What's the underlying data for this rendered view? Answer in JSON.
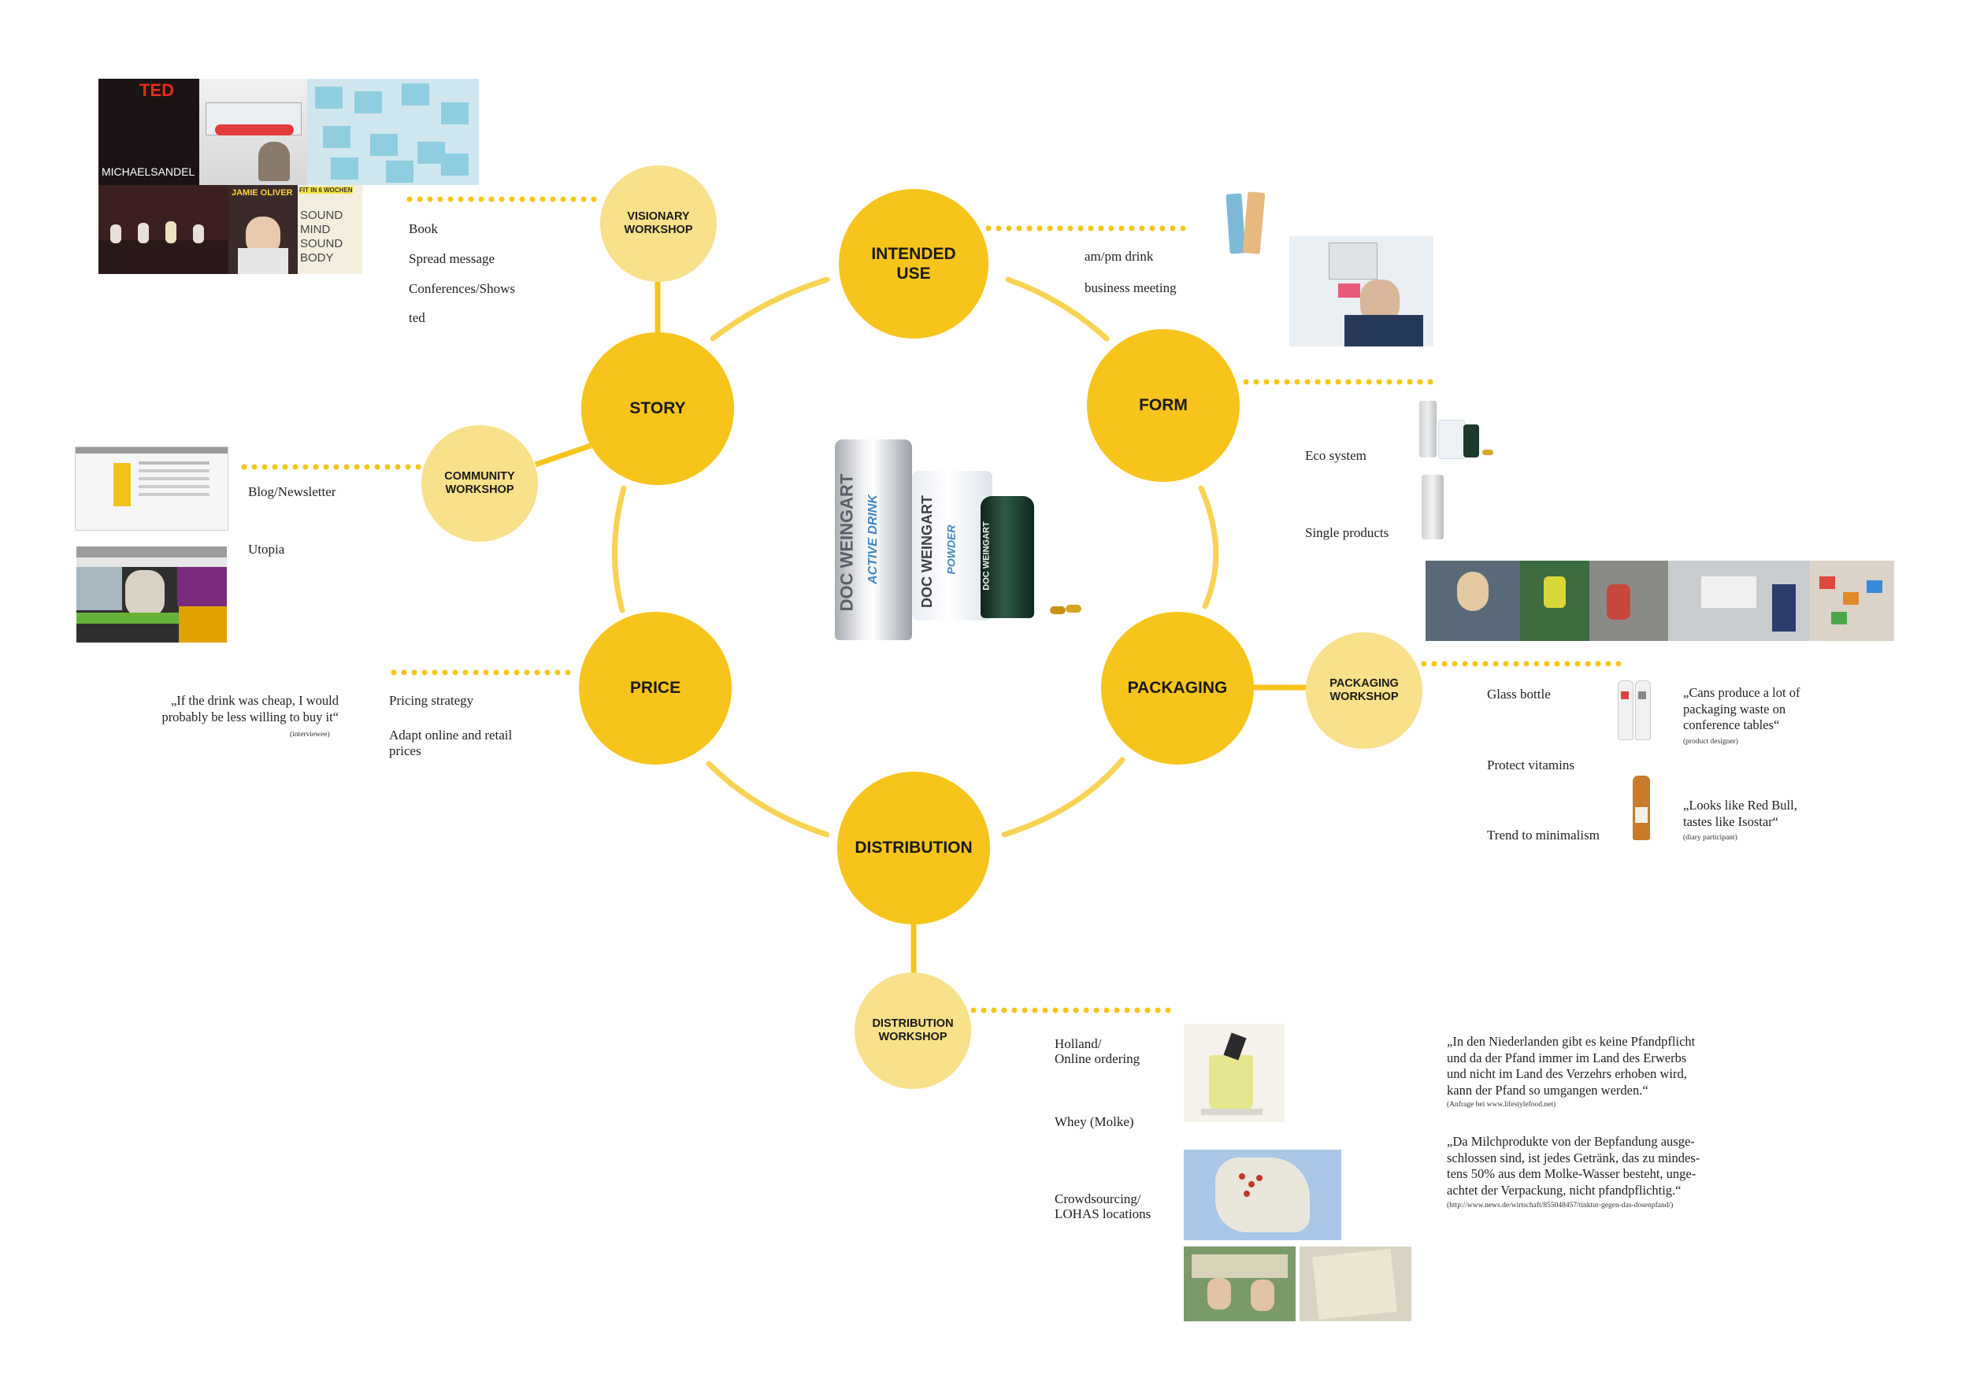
{
  "nodes": {
    "intended_use": [
      "INTENDED",
      "USE"
    ],
    "story": "STORY",
    "form": "FORM",
    "price": "PRICE",
    "packaging": "PACKAGING",
    "distribution": "DISTRIBUTION",
    "visionary_workshop": [
      "VISIONARY",
      "WORKSHOP"
    ],
    "community_workshop": [
      "COMMUNITY",
      "WORKSHOP"
    ],
    "packaging_workshop": [
      "PACKAGING",
      "WORKSHOP"
    ],
    "distribution_workshop": [
      "DISTRIBUTION",
      "WORKSHOP"
    ]
  },
  "story": {
    "items": [
      "Book",
      "Spread message",
      "Conferences/Shows",
      "ted"
    ]
  },
  "community": {
    "items": [
      "Blog/Newsletter",
      "Utopia"
    ]
  },
  "intended_use": {
    "items": [
      "am/pm drink",
      "business meeting"
    ]
  },
  "form": {
    "items": [
      "Eco system",
      "Single products"
    ]
  },
  "price": {
    "items": [
      "Pricing strategy",
      "Adapt online and retail",
      "prices"
    ],
    "quote": [
      "„If the drink was cheap, I would",
      "probably be less willing  to buy it“"
    ],
    "source": "(interviewee)"
  },
  "packaging": {
    "items": [
      "Glass bottle",
      "Protect vitamins",
      "Trend to minimalism"
    ],
    "quote1": [
      "„Cans produce a lot of",
      "packaging waste on",
      "conference tables“"
    ],
    "source1": "(product designer)",
    "quote2": [
      "„Looks like Red Bull,",
      "tastes like Isostar“"
    ],
    "source2": "(diary participant)"
  },
  "distribution": {
    "items": [
      "Holland/",
      "Online ordering",
      "Whey (Molke)",
      "Crowdsourcing/",
      "LOHAS locations"
    ],
    "quote1": [
      "„In den Niederlanden gibt es keine Pfandpflicht",
      "und da der Pfand immer im Land des Erwerbs",
      "und nicht im Land des Verzehrs erhoben wird,",
      "kann der Pfand so umgangen werden.“"
    ],
    "source1": "(Anfrage bei www.lifestylefood.net)",
    "quote2": [
      "„Da Milchprodukte von der Bepfandung ausge-",
      "schlossen sind, ist jedes Getränk, das zu mindes-",
      "tens 50% aus dem Molke-Wasser besteht, unge-",
      "achtet der Verpackung, nicht pfandpflichtig.“"
    ],
    "source2": "(http://www.news.de/wirtschaft/855048457/tinktur-gegen-das-dosenpfand/)"
  },
  "photos": {
    "ted": "TED",
    "michael_sandel": "MICHAELSANDEL",
    "jamie_oliver": "JAMIE OLIVER",
    "sound_mind": [
      "SOUND",
      "MIND",
      "SOUND",
      "BODY"
    ],
    "fit_in_6": "FIT IN 6 WOCHEN"
  },
  "product": {
    "can_brand": "DOC WEINGART",
    "can_sub": "ACTIVE DRINK",
    "tub_brand": "DOC WEINGART",
    "tub_sub": "POWDER",
    "jar_brand": "DOC WEINGART"
  },
  "colors": {
    "main": "#f7c41b",
    "workshop": "#f9e08a",
    "line": "#f7d253",
    "dots": "#f5c518"
  }
}
